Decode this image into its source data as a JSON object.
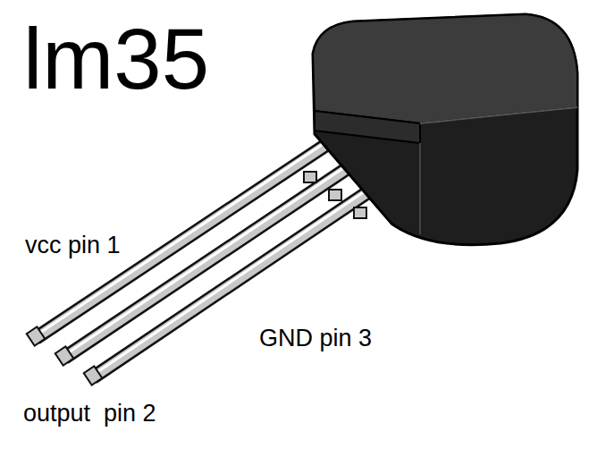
{
  "diagram": {
    "title": "lm35",
    "labels": [
      "vcc pin 1",
      "output  pin 2",
      "GND pin 3"
    ]
  }
}
